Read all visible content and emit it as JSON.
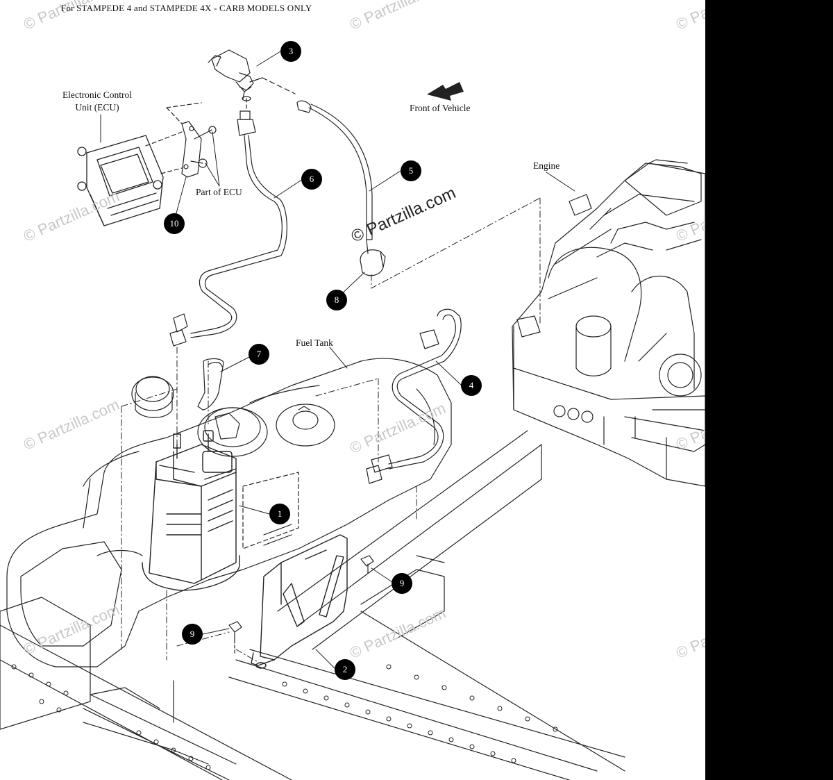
{
  "header": {
    "title": "For STAMPEDE 4 and STAMPEDE 4X - CARB MODELS ONLY"
  },
  "labels": {
    "ecu": "Electronic Control\nUnit (ECU)",
    "ecu_line1": "Electronic Control",
    "ecu_line2": "Unit (ECU)",
    "part_of_ecu": "Part of ECU",
    "front_of_vehicle": "Front of Vehicle",
    "engine": "Engine",
    "fuel_tank": "Fuel Tank"
  },
  "callouts": [
    "1",
    "2",
    "3",
    "4",
    "5",
    "6",
    "7",
    "8",
    "9",
    "9",
    "10"
  ],
  "watermark": {
    "text": "© Partzilla.com",
    "main_text": "© Partzilla.com"
  },
  "colors": {
    "line": "#222222",
    "callout_fill": "#000000",
    "callout_text": "#ffffff",
    "watermark": "#c8c8c8",
    "right_bar": "#000000"
  }
}
